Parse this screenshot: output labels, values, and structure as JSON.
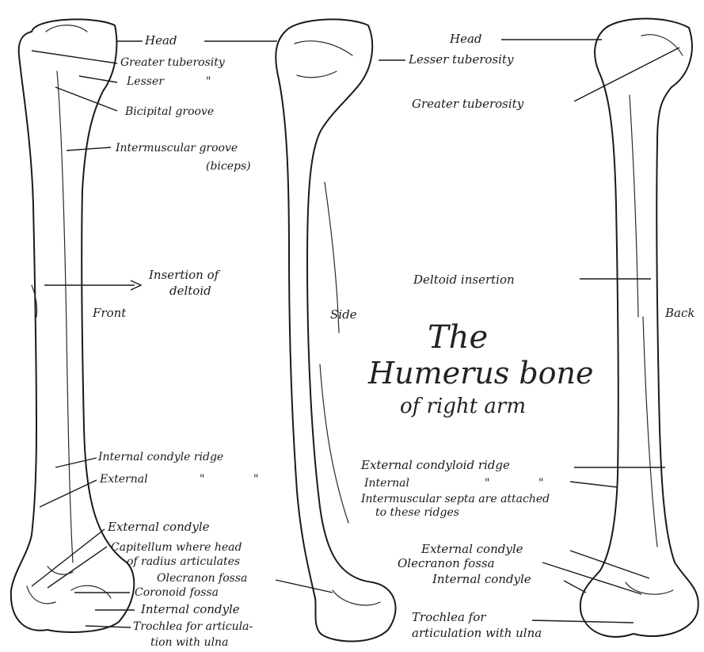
{
  "title": {
    "line1": "The",
    "line2": "Humerus bone",
    "line3": "of right arm"
  },
  "views": {
    "front": "Front",
    "side": "Side",
    "back": "Back"
  },
  "labels": {
    "front_head": "Head",
    "front_greater_tuberosity": "Greater tuberosity",
    "front_lesser": "Lesser",
    "front_lesser_ditto": "\"",
    "front_bicipital_groove": "Bicipital groove",
    "front_intermuscular_groove": "Intermuscular groove",
    "front_intermuscular_groove_sub": "(biceps)",
    "front_insertion_of": "Insertion of",
    "front_deltoid": "deltoid",
    "front_internal_condyle_ridge": "Internal condyle ridge",
    "front_external": "External",
    "front_external_ditto1": "\"",
    "front_external_ditto2": "\"",
    "front_external_condyle": "External condyle",
    "front_capitellum_1": "Capitellum where head",
    "front_capitellum_2": "of radius articulates",
    "front_olecranon_fossa": "Olecranon fossa",
    "front_coronoid_fossa": "Coronoid fossa",
    "front_internal_condyle": "Internal condyle",
    "front_trochlea_1": "Trochlea for articula-",
    "front_trochlea_2": "tion with ulna",
    "back_head": "Head",
    "back_lesser_tuberosity": "Lesser tuberosity",
    "back_greater_tuberosity": "Greater tuberosity",
    "back_deltoid_insertion": "Deltoid insertion",
    "back_external_condyloid_ridge": "External condyloid ridge",
    "back_internal": "Internal",
    "back_internal_ditto1": "\"",
    "back_internal_ditto2": "\"",
    "back_intermuscular_septa_1": "Intermuscular septa are attached",
    "back_intermuscular_septa_2": "to these ridges",
    "back_external_condyle": "External condyle",
    "back_olecranon_fossa": "Olecranon fossa",
    "back_internal_condyle": "Internal condyle",
    "back_trochlea_1": "Trochlea for",
    "back_trochlea_2": "articulation with ulna"
  }
}
